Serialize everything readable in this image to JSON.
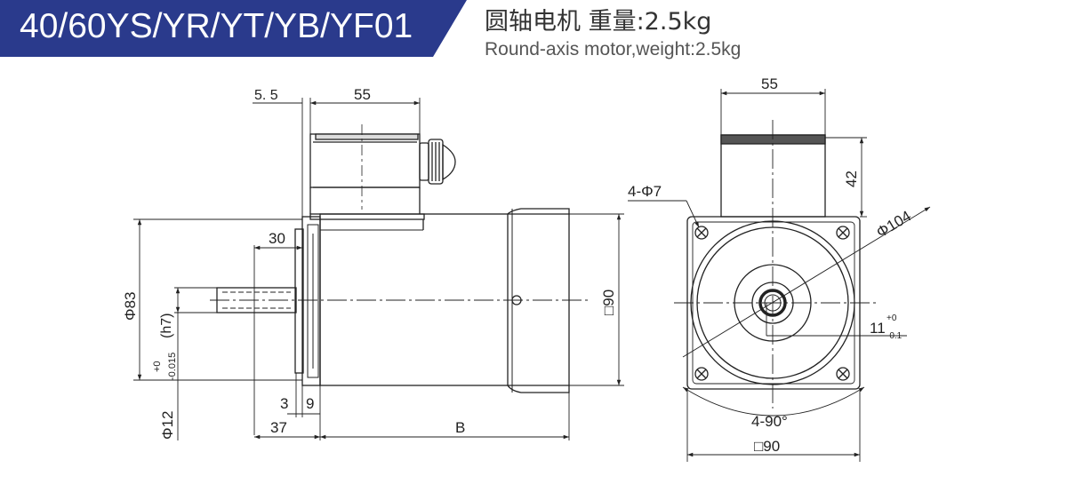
{
  "header": {
    "model": "40/60YS/YR/YT/YB/YF01",
    "title_zh": "圆轴电机 重量:2.5kg",
    "title_en": "Round-axis motor,weight:2.5kg",
    "banner_color": "#2a3a8c"
  },
  "side_view": {
    "dim_5_5": "5. 5",
    "dim_55_top": "55",
    "dim_30": "30",
    "dim_phi83": "Φ83",
    "dim_h7": "(h7)",
    "tol_upper": "+0",
    "tol_lower": "-0.015",
    "dim_phi12": "Φ12",
    "dim_3": "3",
    "dim_9": "9",
    "dim_37": "37",
    "dim_B": "B",
    "dim_sq90_side": "□90"
  },
  "front_view": {
    "dim_55_box": "55",
    "dim_42": "42",
    "dim_4phi7": "4-Φ7",
    "dim_phi104": "Φ104",
    "key_main": "11",
    "key_upper": "+0",
    "key_lower": "-0.1",
    "dim_4x90": "4-90°",
    "dim_sq90_bottom": "□90"
  }
}
